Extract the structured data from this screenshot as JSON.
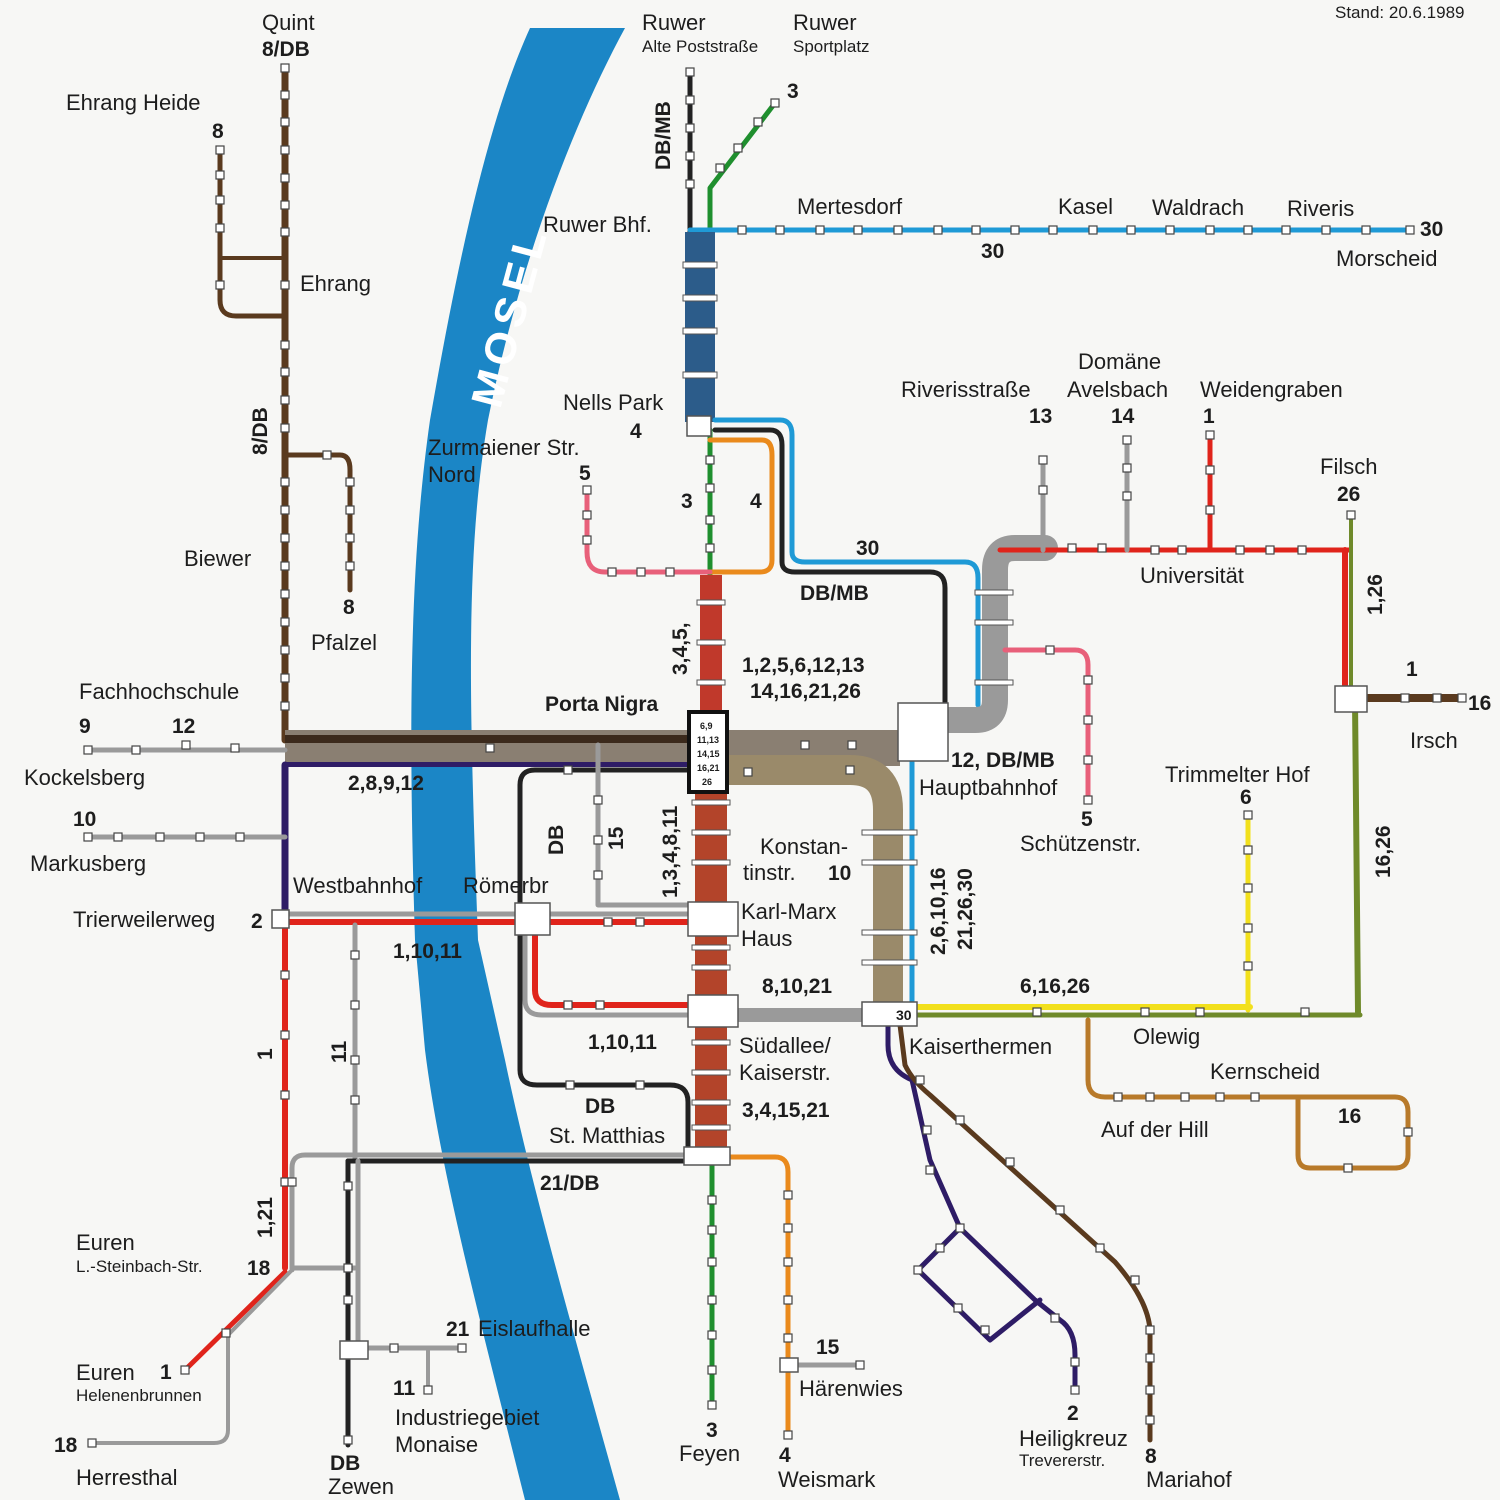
{
  "stand": "Stand: 20.6.1989",
  "river": "MOSEL",
  "colors": {
    "river": "#1b86c6",
    "red": "#e0241b",
    "green": "#1f8f2e",
    "blue": "#1f9ad6",
    "black": "#222222",
    "brown": "#5a3a1e",
    "orange": "#ea8a1c",
    "pink": "#e8607a",
    "grey": "#9a9a9a",
    "purple": "#2e1c66",
    "yellow": "#f2e01c",
    "olive": "#6f8a2a",
    "ochre": "#b87a2a"
  },
  "stations": {
    "quint": "Quint",
    "quint_n": "8/DB",
    "ruwer_alte": "Ruwer",
    "ruwer_alte_sub": "Alte Poststraße",
    "ruwer_sport": "Ruwer",
    "ruwer_sport_sub": "Sportplatz",
    "ehrang_heide": "Ehrang Heide",
    "ehrang": "Ehrang",
    "ruwer_bhf": "Ruwer Bhf.",
    "mertesdorf": "Mertesdorf",
    "kasel": "Kasel",
    "waldrach": "Waldrach",
    "riveris": "Riveris",
    "morscheid": "Morscheid",
    "nells_park": "Nells Park",
    "zurmaiener": "Zurmaiener Str.",
    "zurmaiener_2": "Nord",
    "riverisstrasse": "Riverisstraße",
    "domaene": "Domäne",
    "avelsbach": "Avelsbach",
    "weidengraben": "Weidengraben",
    "filsch": "Filsch",
    "universitaet": "Universität",
    "biewer": "Biewer",
    "pfalzel": "Pfalzel",
    "fachhochschule": "Fachhochschule",
    "porta_nigra": "Porta Nigra",
    "kockelsberg": "Kockelsberg",
    "markusberg": "Markusberg",
    "irsch": "Irsch",
    "hauptbahnhof": "Hauptbahnhof",
    "trimmelter": "Trimmelter Hof",
    "schuetzen": "Schützenstr.",
    "konstan1": "Konstan-",
    "konstan2": "tinstr.",
    "westbahnhof": "Westbahnhof",
    "roemerbr": "Römerbr",
    "trierweilerweg": "Trierweilerweg",
    "karl1": "Karl-Marx",
    "karl2": "Haus",
    "suedallee1": "Südallee/",
    "suedallee2": "Kaiserstr.",
    "kaiserthermen": "Kaiserthermen",
    "olewig": "Olewig",
    "kernscheid": "Kernscheid",
    "auf_der_hill": "Auf der Hill",
    "st_matthias": "St. Matthias",
    "euren": "Euren",
    "euren_sub": "L.-Steinbach-Str.",
    "eislaufhalle": "Eislaufhalle",
    "euren_h": "Euren",
    "euren_h_sub": "Helenenbrunnen",
    "haerenwies": "Härenwies",
    "industrie1": "Industriegebiet",
    "industrie2": "Monaise",
    "heiligkreuz": "Heiligkreuz",
    "heiligkreuz_sub": "Trevererstr.",
    "herresthal": "Herresthal",
    "zewen": "Zewen",
    "feyen": "Feyen",
    "weismark": "Weismark",
    "mariahof": "Mariahof"
  },
  "lines": {
    "n8": "8",
    "n3a": "3",
    "n30a": "30",
    "n30b": "30",
    "n4": "4",
    "n5a": "5",
    "n3b": "3",
    "n4b": "4",
    "n13": "13",
    "n14": "14",
    "n1a": "1",
    "n26": "26",
    "n30c": "30",
    "dbmb": "DB/MB",
    "dbmb_v": "DB/MB",
    "n8b": "8",
    "n126": "1,26",
    "n345": "3,4,5,",
    "n1256": "1,2,5,6,12,13",
    "n1416": "14,16,21,26",
    "n9": "9",
    "n12": "12",
    "n1b": "1",
    "n16a": "16",
    "n12dbmb": "12, DB/MB",
    "n2812": "2,8,9,12",
    "n10": "10",
    "n6": "6",
    "n5b": "5",
    "ndb_v": "DB",
    "n15v": "15",
    "n13481": "1,3,4,8,11",
    "n10b": "10",
    "n1626": "16,26",
    "n2610": "2,6,10,16",
    "n2126": "21,26,30",
    "n2": "2",
    "n11011": "1,10,11",
    "n81021": "8,10,21",
    "n61626": "6,16,26",
    "n11011b": "1,10,11",
    "n1v": "1",
    "n11v": "11",
    "n3415": "3,4,15,21",
    "n16b": "16",
    "ndb": "DB",
    "n21db": "21/DB",
    "n121": "1,21",
    "n18": "18",
    "n21": "21",
    "n1c": "1",
    "n11": "11",
    "n15": "15",
    "n18b": "18",
    "ndbz": "DB",
    "n3c": "3",
    "n4c": "4",
    "n2b": "2",
    "n8c": "8",
    "n8db_v": "8/DB",
    "box30": "30"
  },
  "hub": [
    "6,9",
    "11,13",
    "14,15",
    "16,21",
    "26"
  ]
}
